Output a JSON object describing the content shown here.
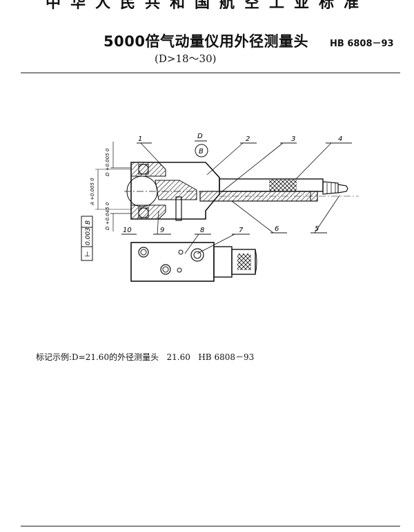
{
  "header": {
    "cut_text": "中华人民共和国航空工业标准",
    "title": "5000倍气动量仪用外径测量头",
    "standard_no": "HB 6808－93",
    "subtitle": "(D>18～30)"
  },
  "drawing": {
    "callouts": [
      "1",
      "2",
      "3",
      "4",
      "5",
      "6",
      "7",
      "8",
      "9",
      "10"
    ],
    "dimension_labels": {
      "d_label": "D",
      "datum_label": "B",
      "tol_top": "D +0.005 0",
      "tol_mid": "A +0.005 0",
      "tol_bottom": "D +0.045 0",
      "flatness": "0.003",
      "flatness_datum": "B"
    }
  },
  "marking": {
    "label": "标记示例:D=21.60的外径测量头",
    "value": "21.60",
    "standard": "HB 6808－93"
  }
}
